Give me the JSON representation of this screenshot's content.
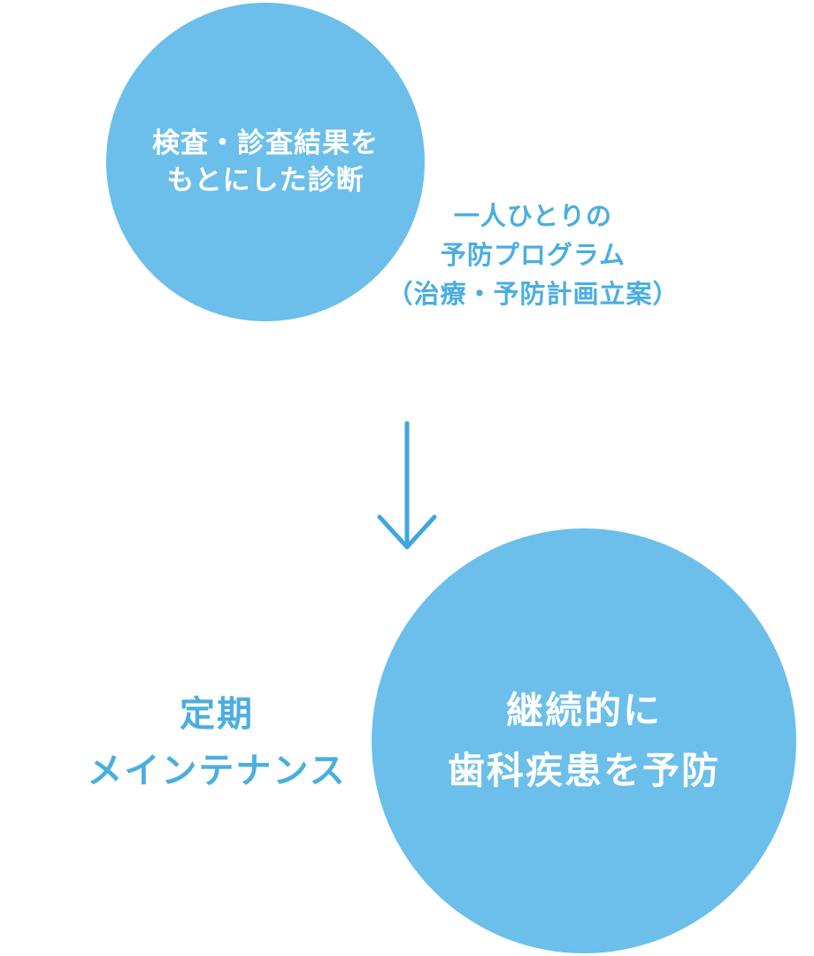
{
  "nodes": {
    "diagnosis": {
      "lines": [
        "検査・診査結果を",
        "もとにした診断"
      ]
    },
    "program": {
      "lines": [
        "一人ひとりの",
        "予防プログラム",
        "（治療・予防計画立案）"
      ]
    },
    "maintenance": {
      "lines": [
        "定期",
        "メインテナンス"
      ]
    },
    "prevention": {
      "lines": [
        "継続的に",
        "歯科疾患を予防"
      ]
    }
  },
  "colors": {
    "circle_fill": "#6bbfea",
    "circle_text": "#ffffff",
    "label_text": "#4aaee0",
    "arrow": "#3fa7df"
  },
  "icons": {
    "arrow": "arrow-down-icon"
  }
}
